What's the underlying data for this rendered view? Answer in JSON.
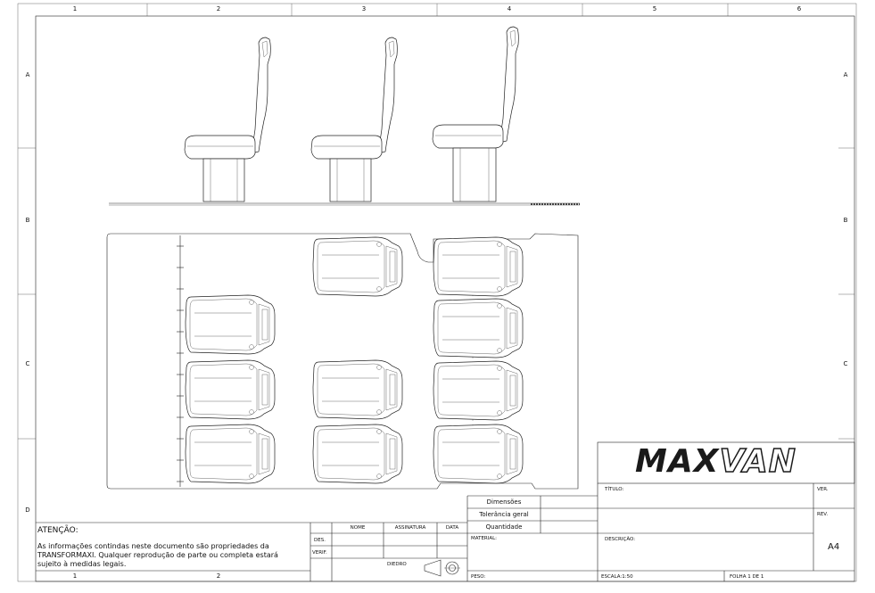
{
  "zones": {
    "columns": [
      "1",
      "2",
      "3",
      "4",
      "5",
      "6"
    ],
    "rows": [
      "A",
      "B",
      "C",
      "D"
    ],
    "bottom_columns": [
      "1",
      "2"
    ]
  },
  "logo": {
    "text": "MAXVAN",
    "part1": "MAX",
    "part2": "VAN"
  },
  "attention": {
    "title": "ATENÇÃO:",
    "line1": "As informações contindas neste documento são propriedades da",
    "line2": "TRANSFORMAXI. Qualquer reprodução de parte ou completa estará",
    "line3": "sujeito à medidas legais."
  },
  "signature_table": {
    "headers": [
      "NOME",
      "ASSINATURA",
      "DATA"
    ],
    "rows": [
      "DES.",
      "VERIF."
    ],
    "diedro": "DIEDRO"
  },
  "tolerance_table": {
    "rows": [
      "Dimensões",
      "Tolerância geral",
      "Quantidade"
    ]
  },
  "title_block": {
    "titulo_label": "TÍTULO:",
    "ver_label": "VER.",
    "rev_label": "REV.",
    "material_label": "MATERIAL:",
    "descricao_label": "DESCRIÇÃO:",
    "sheet_size": "A4",
    "peso_label": "PESO:",
    "escala": "ESCALA:1:50",
    "folha": "FOLHA 1 DE 1"
  },
  "colors": {
    "line": "#222222",
    "background": "#ffffff"
  }
}
